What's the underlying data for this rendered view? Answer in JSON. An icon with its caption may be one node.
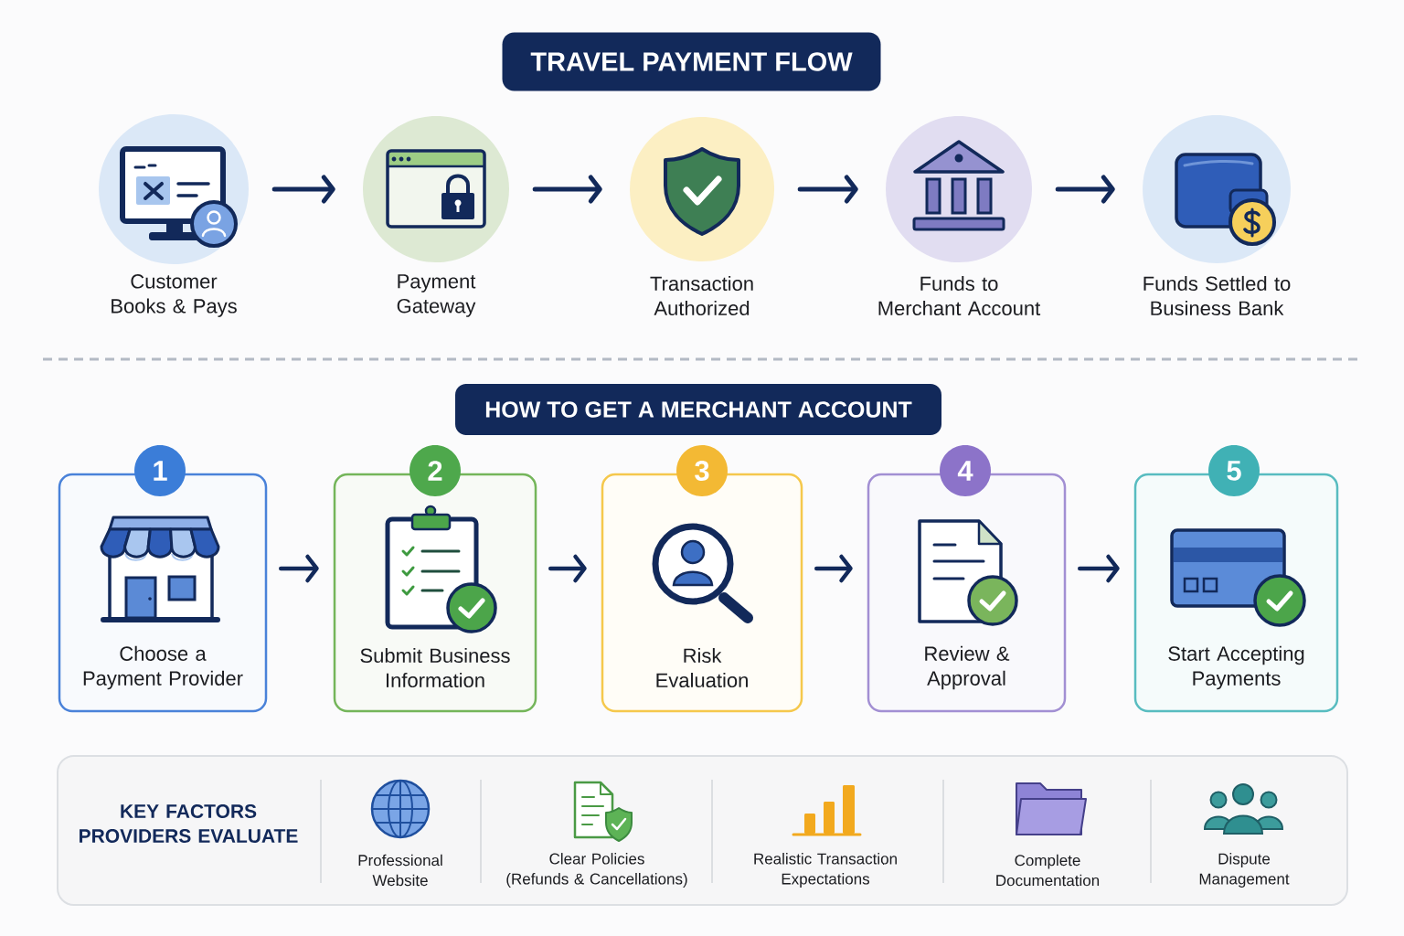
{
  "diagram": {
    "title": "TRAVEL PAYMENT FLOW",
    "nodes": [
      {
        "text": [
          "Customer Books & Pays"
        ]
      },
      {
        "text": [
          "Payment Gateway"
        ]
      },
      {
        "text": [
          "Transaction Authorized"
        ]
      },
      {
        "text": [
          "Funds to Merchant Account"
        ]
      },
      {
        "text": [
          "Funds Settled to Business Bank"
        ]
      },
      {
        "text": [
          "HOW TO GET A MERCHANT ACCOUNT"
        ]
      },
      {
        "text": [
          "1"
        ]
      },
      {
        "text": [
          "Choose a Payment Provider"
        ]
      },
      {
        "text": [
          "2"
        ]
      },
      {
        "text": [
          "Submit Business Information"
        ]
      },
      {
        "text": [
          "3"
        ]
      },
      {
        "text": [
          "Risk Evaluation"
        ]
      },
      {
        "text": [
          "4"
        ]
      },
      {
        "text": [
          "Review & Approval"
        ]
      },
      {
        "text": [
          "5"
        ]
      },
      {
        "text": [
          "Start Accepting Payments"
        ]
      },
      {
        "text": [
          "KEY FACTORS PROVIDERS EVALUATE",
          "Professional Website",
          "Clear Policies (Refunds & Cancellations)",
          "Realistic Transaction Expectations",
          "Complete Documentation",
          "Dispute Management"
        ]
      }
    ],
    "edges": [
      {
        "from": 0,
        "to": 1,
        "arrow": "to"
      },
      {
        "from": 1,
        "to": 2,
        "arrow": "to"
      },
      {
        "from": 2,
        "to": 3,
        "arrow": "to"
      },
      {
        "from": 3,
        "to": 4,
        "arrow": "to"
      },
      {
        "from": 7,
        "to": 9,
        "arrow": "to"
      },
      {
        "from": 9,
        "to": 11,
        "arrow": "to"
      },
      {
        "from": 11,
        "to": 13,
        "arrow": "to"
      },
      {
        "from": 13,
        "to": 15,
        "arrow": "to"
      }
    ]
  }
}
